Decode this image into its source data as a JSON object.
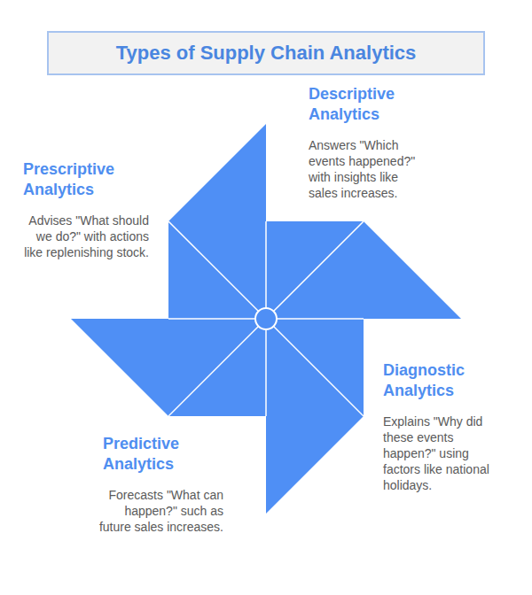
{
  "diagram": {
    "title": "Types of Supply Chain Analytics",
    "nodes": [
      {
        "text": [
          "Descriptive Analytics",
          "Answers \"Which events happened?\" with insights like sales increases."
        ]
      },
      {
        "text": [
          "Prescriptive Analytics",
          "Advises \"What should we do?\" with actions like replenishing stock."
        ]
      },
      {
        "text": [
          "Diagnostic Analytics",
          "Explains \"Why did these events happen?\" using factors like national holidays."
        ]
      },
      {
        "text": [
          "Predictive Analytics",
          "Forecasts \"What can happen?\" such as future sales increases."
        ]
      }
    ]
  }
}
